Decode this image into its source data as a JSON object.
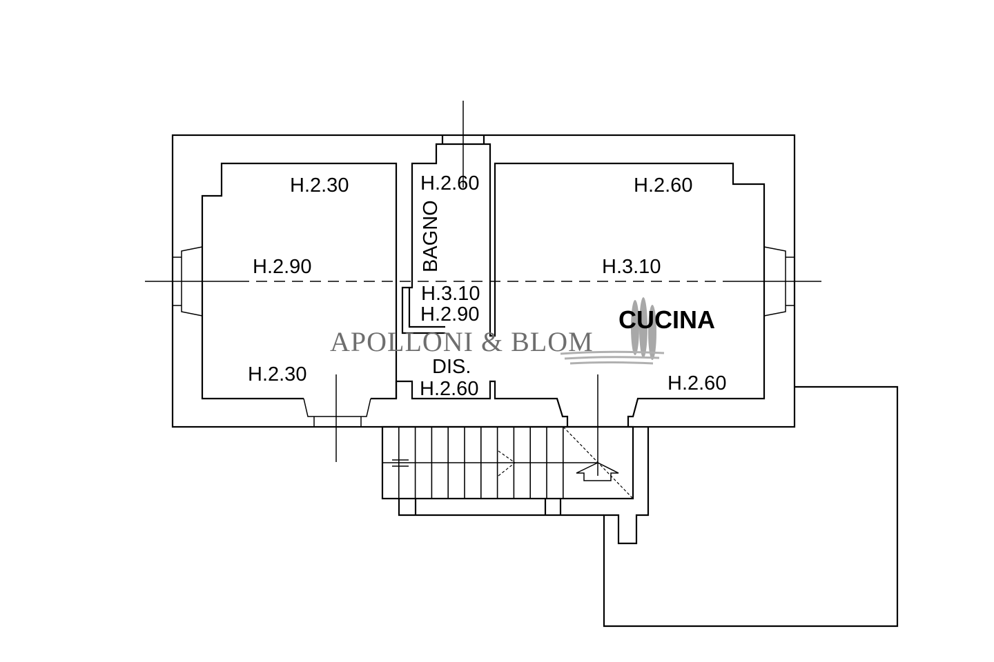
{
  "rooms": {
    "left_top_height": "H.2.30",
    "left_mid_height": "H.2.90",
    "left_bottom_height": "H.2.30",
    "bagno_label": "BAGNO",
    "bagno_height": "H.2.60",
    "bagno_mid_height": "H.3.10",
    "bagno_low_height": "H.2.90",
    "dis_label": "DIS.",
    "dis_height": "H.2.60",
    "right_top_height": "H.2.60",
    "right_mid_height": "H.3.10",
    "cucina_label": "CUCINA",
    "right_bottom_height": "H.2.60"
  },
  "watermark": {
    "text": "APOLLONI & BLOM",
    "color": "#6e6e6e"
  }
}
